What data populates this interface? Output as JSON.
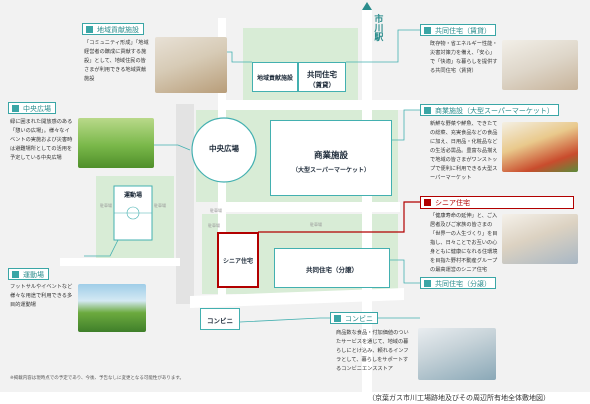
{
  "colors": {
    "teal": "#3aa6a6",
    "lightgreen": "#d8ecd6",
    "road": "#ffffff",
    "senior_red": "#b20000",
    "background": "#f2f2f2"
  },
  "station": {
    "text": "市川駅",
    "icon": "arrow-up-icon"
  },
  "buildings": {
    "regional": "地域貢献施設",
    "shared_rental": [
      "共同住宅",
      "（賃貸）"
    ],
    "plaza": "中央広場",
    "commercial": [
      "商業施設",
      "（大型スーパーマーケット）"
    ],
    "field": "運動場",
    "senior": "シニア住宅",
    "shared_sale": "共同住宅（分譲）",
    "conbini": "コンビニ"
  },
  "callouts": {
    "regional": {
      "label": "地域貢献施設",
      "text": "「コミュニティ形成」「地域経営者の醸成に貢献する施設」として、地域住民の皆さまが利用できる地域貢献施設"
    },
    "plaza": {
      "label": "中央広場",
      "text": "緑に囲まれた開放感のある「憩いの広場」。様々なイベントの実施および災害時は避難場所としての活用を予定している中央広場"
    },
    "field": {
      "label": "運動場",
      "text": "フットサルやイベントなど様々な用途で利用できる多目的運動場"
    },
    "rental": {
      "label": "共同住宅（賃貸）",
      "text": "既存物・省エネルギー性能・災害対策力を備え、「安心」で「快適」な暮らしを提供する共同住宅（賃貸）"
    },
    "commercial": {
      "label": "商業施設（大型スーパーマーケット）",
      "text": "新鮮な野菜や鮮魚、できたての総菜、充実食品などの食品に加え、日用品・化粧品などの生活必需品。豊富な品揃えで地域の皆さまがワンストップで便利に利用できる大型スーパーマーケット"
    },
    "senior": {
      "label": "シニア住宅",
      "text": "「健康寿命の延伸」と、ご入居者及びご家族の皆さまの「世界一の人生づくり」を目指し、日々ことでお互いの心身ともに健康になれる住環境を目指た野村不動産グループの最高運営のシニア住宅"
    },
    "sale": {
      "label": "共同住宅（分譲）"
    },
    "conbini": {
      "label": "コンビニ",
      "text": "商品数な食品・付加価値のついたサービスを通じて、地域の暮らしにとけ込み、頼れるインフラとして、暮らしをサポートするコンビニエンスストア"
    }
  },
  "footnote": "※掲載内容は現時点での予定であり、今後、予告なしに変更となる可能性があります。",
  "caption": "（京葉ガス市川工場跡地及びその周辺所有地全体敷地図）"
}
